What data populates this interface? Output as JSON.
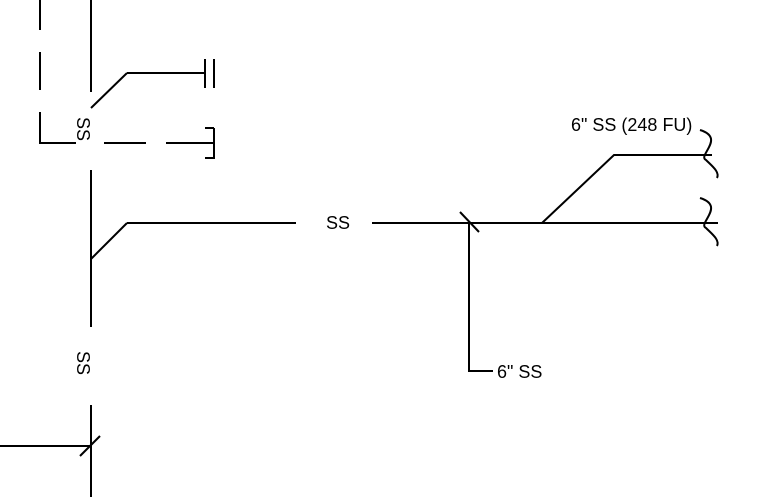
{
  "labels": {
    "ss_vertical_top": "SS",
    "ss_horizontal_main": "SS",
    "ss_vertical_lower": "SS",
    "branch_upper_right": "6\" SS (248 FU)",
    "branch_down": "6\" SS"
  },
  "colors": {
    "line": "#000000",
    "background": "#ffffff"
  }
}
